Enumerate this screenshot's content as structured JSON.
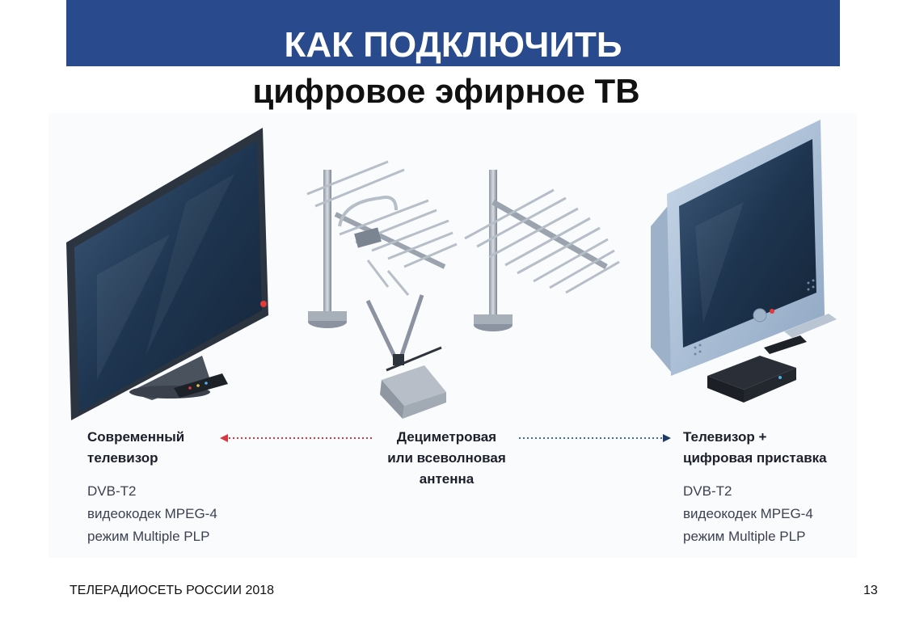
{
  "header": {
    "title": "КАК ПОДКЛЮЧИТЬ",
    "subtitle": "цифровое эфирное ТВ",
    "banner_color": "#2a4a8e"
  },
  "left_device": {
    "name_line1": "Современный",
    "name_line2": "телевизор",
    "spec1": "DVB-T2",
    "spec2": "видеокодек MPEG-4",
    "spec3": "режим Multiple PLP",
    "arrow_color": "#d9363e"
  },
  "center_device": {
    "name_line1": "Дециметровая",
    "name_line2": "или всеволновая",
    "name_line3": "антенна"
  },
  "right_device": {
    "name_line1": "Телевизор +",
    "name_line2": "цифровая приставка",
    "spec1": "DVB-T2",
    "spec2": "видеокодек MPEG-4",
    "spec3": "режим Multiple PLP",
    "arrow_color": "#3a6ea5"
  },
  "footer": {
    "organization": "ТЕЛЕРАДИОСЕТЬ РОССИИ 2018",
    "page_number": "13"
  }
}
